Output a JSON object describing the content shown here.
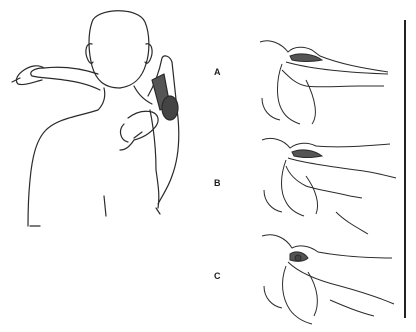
{
  "panels": [
    {
      "label": "A"
    },
    {
      "label": "B"
    },
    {
      "label": "C"
    }
  ],
  "colors": {
    "ink": "#2a2a2a",
    "shade": "#555555",
    "paper": "#ffffff"
  },
  "icons": {
    "main": "figure-back-view-arm-raised",
    "detail": "shoulder-joint-cross-section"
  }
}
